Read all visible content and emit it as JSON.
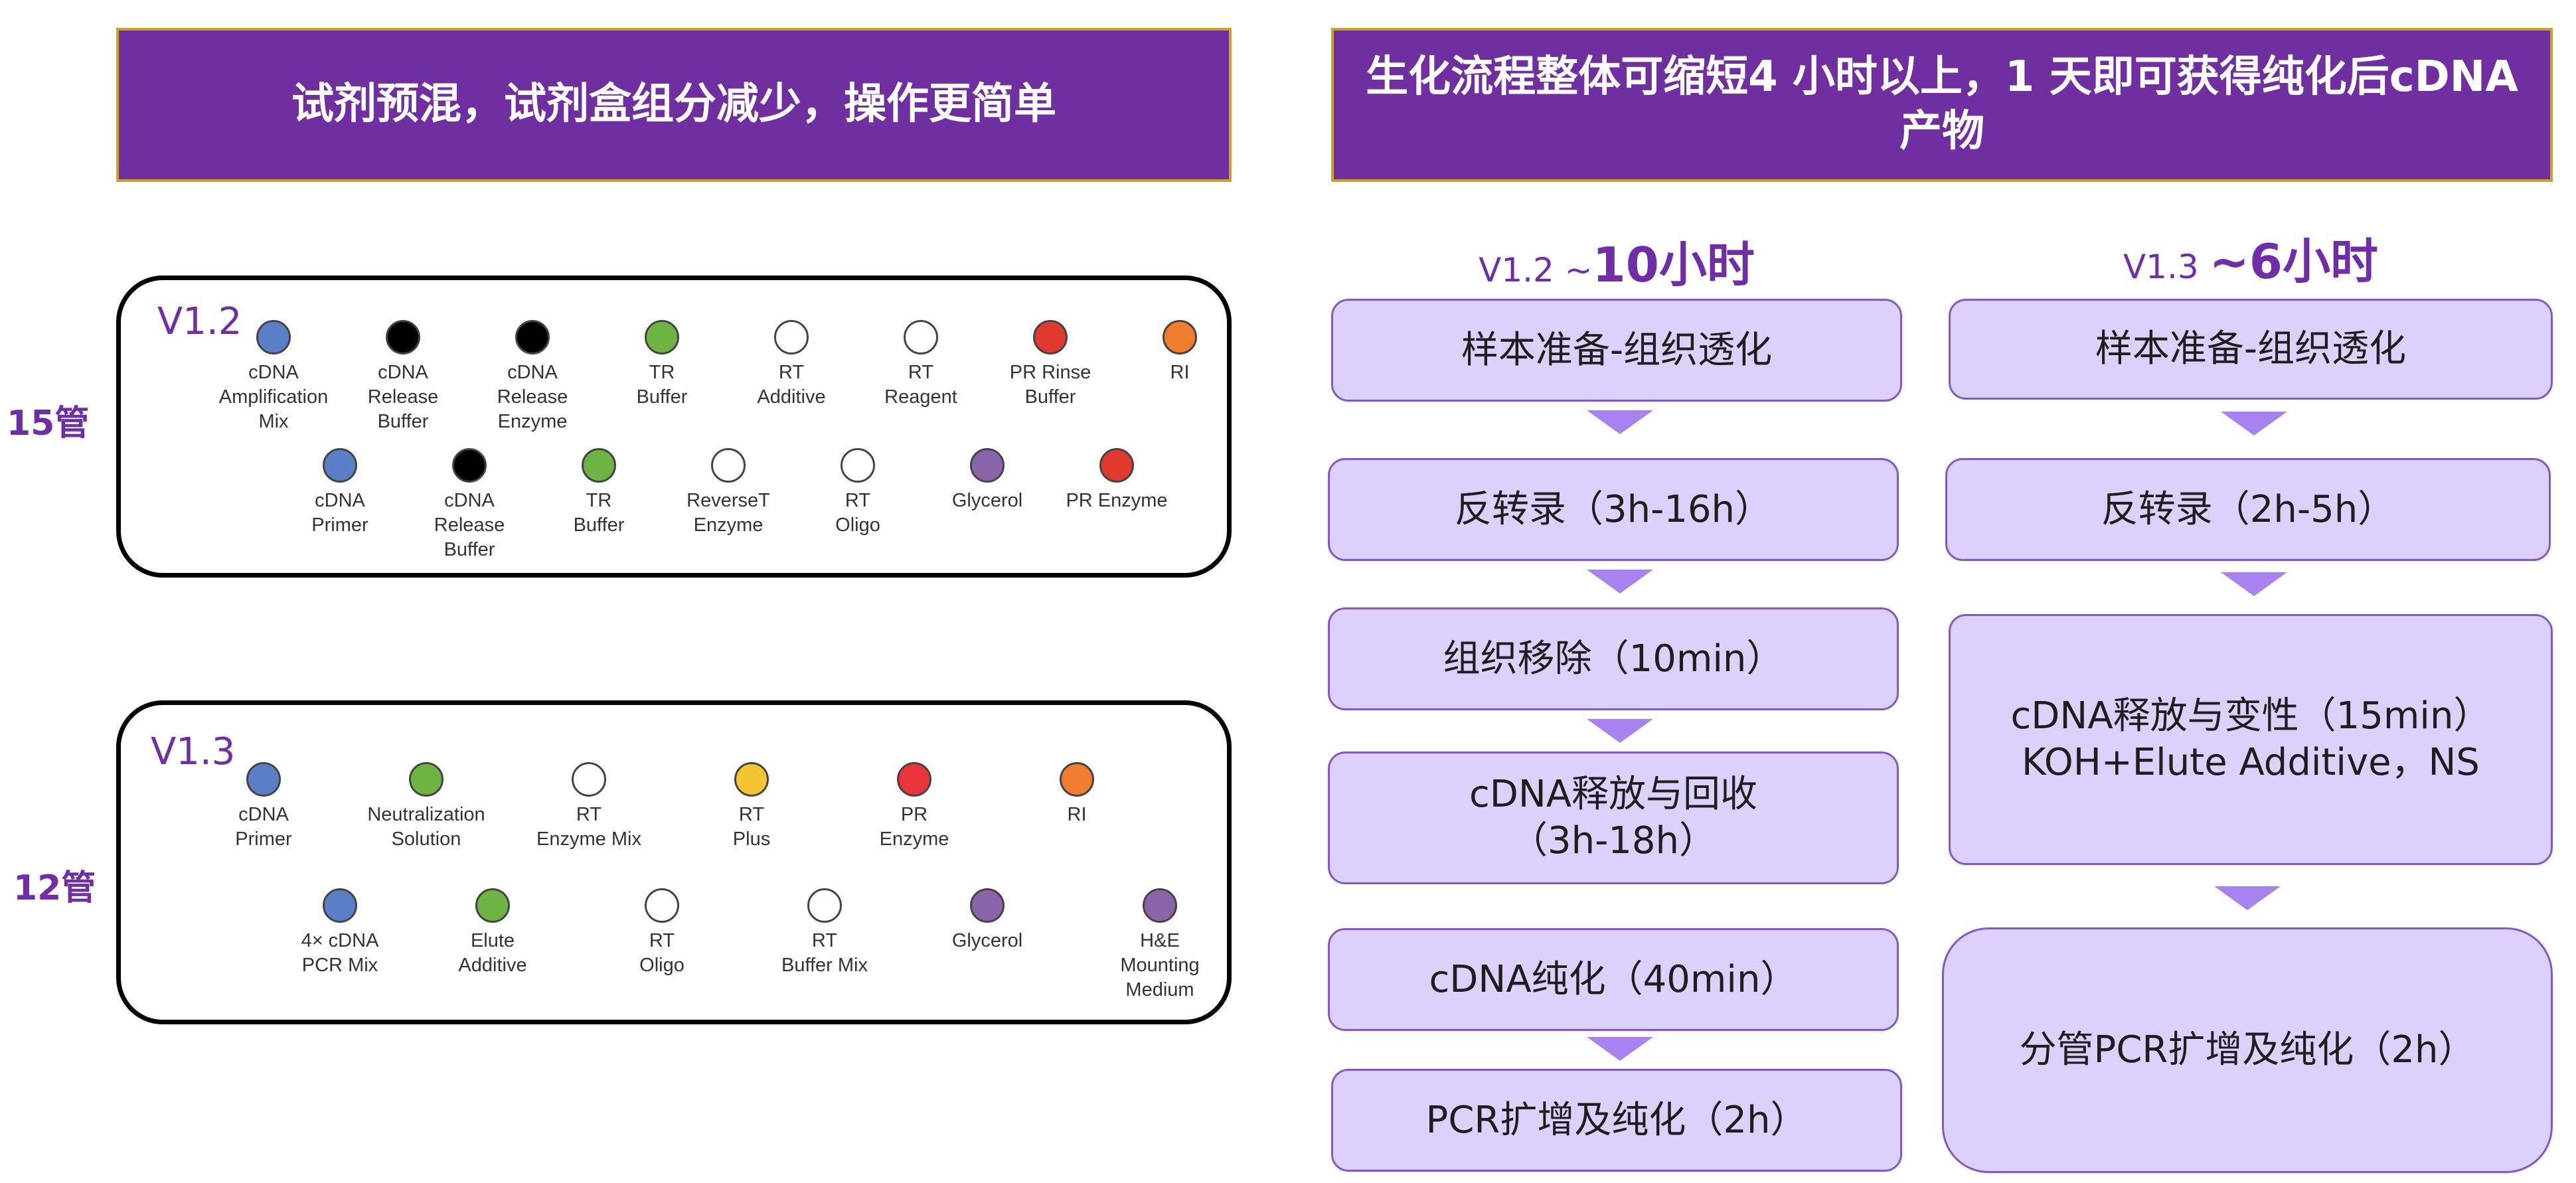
{
  "banners": {
    "left": "试剂预混，试剂盒组分减少，操作更简单",
    "right": "生化流程整体可缩短4 小时以上，1 天即可获得纯化后cDNA\n产物"
  },
  "colors": {
    "purple_banner": "#702fa0",
    "gold_border": "#c9a227",
    "label_purple": "#6f2da8",
    "step_fill": "#dcd1fa",
    "step_border": "#8257d1",
    "arrow": "#a683ee"
  },
  "kits": {
    "v12": {
      "tube_count": "15管",
      "version": "V1.2",
      "row1": [
        {
          "name": "cDNA\nAmplification\nMix",
          "color": "#5b7fc7"
        },
        {
          "name": "cDNA\nRelease\nBuffer",
          "color": "#000000"
        },
        {
          "name": "cDNA\nRelease\nEnzyme",
          "color": "#000000"
        },
        {
          "name": "TR\nBuffer",
          "color": "#6db443"
        },
        {
          "name": "RT\nAdditive",
          "color": "#ffffff"
        },
        {
          "name": "RT\nReagent",
          "color": "#ffffff"
        },
        {
          "name": "PR Rinse\nBuffer",
          "color": "#e03a2e"
        },
        {
          "name": "RI",
          "color": "#ef7d2e"
        }
      ],
      "row2": [
        {
          "name": "cDNA\nPrimer",
          "color": "#5b7fc7"
        },
        {
          "name": "cDNA\nRelease\nBuffer",
          "color": "#000000"
        },
        {
          "name": "TR\nBuffer",
          "color": "#6db443"
        },
        {
          "name": "ReverseT\nEnzyme",
          "color": "#ffffff"
        },
        {
          "name": "RT\nOligo",
          "color": "#ffffff"
        },
        {
          "name": "Glycerol",
          "color": "#8a64a8"
        },
        {
          "name": "PR Enzyme",
          "color": "#e03a2e"
        }
      ]
    },
    "v13": {
      "tube_count": "12管",
      "version": "V1.3",
      "row1": [
        {
          "name": "cDNA\nPrimer",
          "color": "#5b7fc7"
        },
        {
          "name": "Neutralization\nSolution",
          "color": "#6db443"
        },
        {
          "name": "RT\nEnzyme Mix",
          "color": "#ffffff"
        },
        {
          "name": "RT\nPlus",
          "color": "#f5c531"
        },
        {
          "name": "PR\nEnzyme",
          "color": "#e8343a"
        },
        {
          "name": "RI",
          "color": "#ef7d2e"
        }
      ],
      "row2": [
        {
          "name": "4× cDNA\nPCR Mix",
          "color": "#5b7fc7"
        },
        {
          "name": "Elute\nAdditive",
          "color": "#6db443"
        },
        {
          "name": "RT\nOligo",
          "color": "#ffffff"
        },
        {
          "name": "RT\nBuffer Mix",
          "color": "#ffffff"
        },
        {
          "name": "Glycerol",
          "color": "#8a64a8"
        },
        {
          "name": "H&E\nMounting\nMedium",
          "color": "#8a64a8"
        }
      ]
    }
  },
  "workflows": {
    "v12": {
      "header_version": "V1.2 ~",
      "header_time": "10小时",
      "steps": [
        "样本准备-组织透化",
        "反转录（3h-16h）",
        "组织移除（10min）",
        "cDNA释放与回收\n（3h-18h）",
        "cDNA纯化（40min）",
        "PCR扩增及纯化（2h）"
      ]
    },
    "v13": {
      "header_version": "V1.3  ",
      "header_time": "~6小时",
      "steps": [
        "样本准备-组织透化",
        "反转录（2h-5h）",
        "cDNA释放与变性（15min）\nKOH+Elute Additive，NS",
        "分管PCR扩增及纯化（2h）"
      ]
    }
  }
}
